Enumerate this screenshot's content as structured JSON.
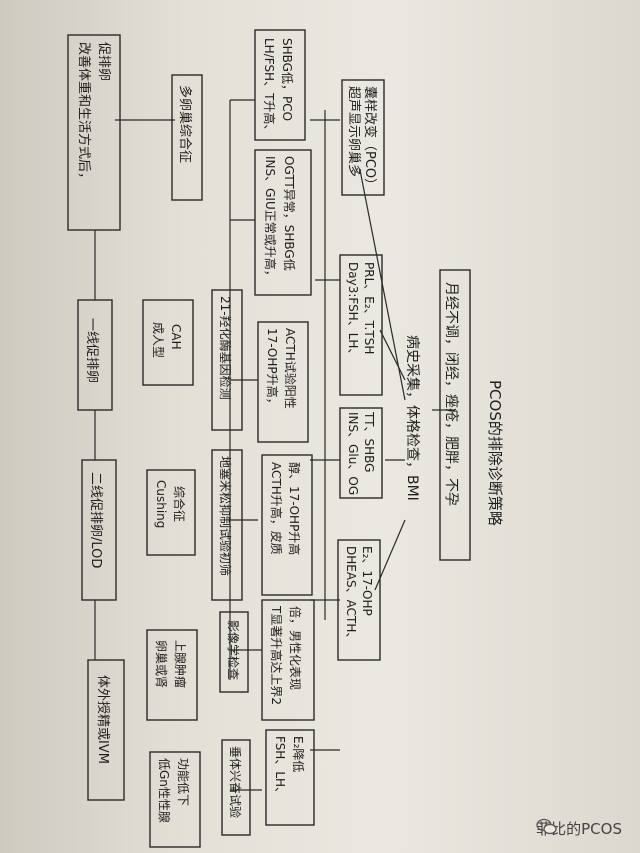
{
  "title": "PCOS的排除诊断策略",
  "nodes": {
    "symptoms": "月经不调，闭经，痤疮，肥胖，不孕",
    "history": "病史采集，体格检查，BMI",
    "ultrasound": [
      "超声显示卵巢多",
      "囊样改变（PCO）"
    ],
    "day3": [
      "Day3:FSH、LH、",
      "PRL、E₂、T.TSH"
    ],
    "ins_glu": [
      "INS、Glu、OG",
      "TT、SHBG"
    ],
    "dhea": [
      "DHEAS、ACTH、",
      "E₂、17-OHP"
    ],
    "lh_fsh": [
      "LH/FSH、T升高、",
      "SHBG低，PCO"
    ],
    "ins_high": [
      "INS、GIU正常或升高，",
      "OGTT异常，SHBG低"
    ],
    "ohp_high": [
      "17-OHP升高，",
      "ACTH试验阳性"
    ],
    "acth_high": [
      "ACTH升高，皮质",
      "醇、17-OHP升高"
    ],
    "t_high": [
      "T显著升高达上界2",
      "倍，男性化表现"
    ],
    "fsh_low": [
      "FSH、LH、",
      "E₂降低"
    ],
    "gene_test": "21-羟化酶基因检测",
    "dex_test": "地塞米松抑制试验初筛",
    "imaging": "影像学检查",
    "pit_test": "垂体兴奋试验",
    "pcos": "多卵巢综合征",
    "cah": [
      "成人型",
      "CAH"
    ],
    "cushing": [
      "Cushing",
      "综合征"
    ],
    "tumor": [
      "卵巢或肾",
      "上腺肿瘤"
    ],
    "gnrh": [
      "低Gn性性腺",
      "功能低下"
    ],
    "lifestyle": [
      "改善体重和生活方式后，",
      "促排卵"
    ],
    "first_line": "一线促排卵",
    "second_line": "二线促排卵/LOD",
    "ivm": "体外授精或IVM"
  },
  "watermark": "菲比的PCOS",
  "colors": {
    "ink": "#1e1e1e",
    "paper": "#e8e4dc"
  }
}
